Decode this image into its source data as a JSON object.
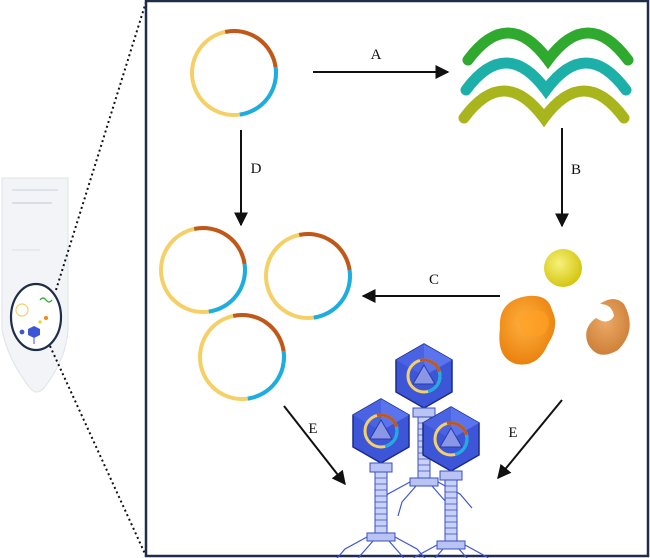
{
  "edges": {
    "a": {
      "label": "A"
    },
    "b": {
      "label": "B"
    },
    "c": {
      "label": "C"
    },
    "d": {
      "label": "D"
    },
    "e_left": {
      "label": "E"
    },
    "e_right": {
      "label": "E"
    }
  },
  "colors": {
    "frame_border": "#1f2d4a",
    "arc_rust": "#c0581c",
    "arc_blue": "#1aaee4",
    "arc_yellow": "#f5d066",
    "wave_green": "#2faa2f",
    "wave_teal": "#1db0a8",
    "wave_olive": "#a8b51c",
    "ball_yellow": "#e2d81a",
    "blob_orange": "#f08a10",
    "blob_tan": "#d98b44",
    "phage_blue": "#3d56d8"
  },
  "icons": [
    "plasmid-icon",
    "mrna-wave-icon",
    "protein-blob-icon",
    "bacteriophage-icon",
    "microcentrifuge-tube-icon"
  ]
}
